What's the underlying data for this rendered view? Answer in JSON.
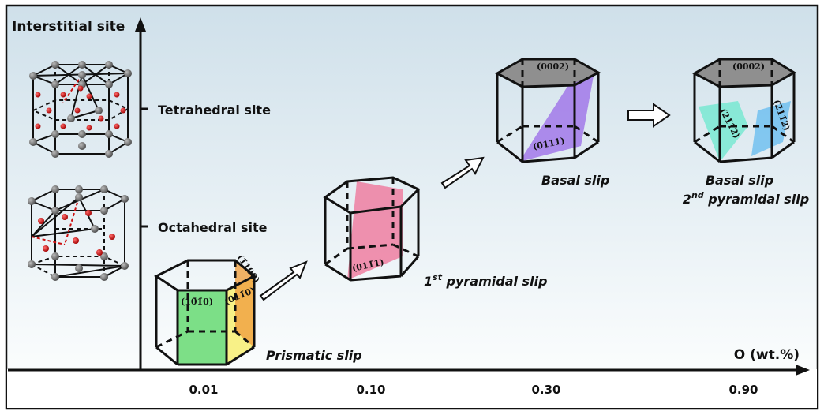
{
  "y_axis": {
    "title": "Interstitial site",
    "ticks": [
      {
        "label": "Tetrahedral site"
      },
      {
        "label": "Octahedral site"
      }
    ]
  },
  "x_axis": {
    "title": "O (wt.%)",
    "ticks": [
      "0.01",
      "0.10",
      "0.30",
      "0.90"
    ]
  },
  "stages": [
    {
      "name": "Prismatic slip",
      "planes": [
        "(1̅0̅  ...)",
        "",
        ""
      ]
    },
    {
      "name": "1st pyramidal slip"
    },
    {
      "name": "Basal slip"
    },
    {
      "name": "Basal slip",
      "line2": "2nd pyramidal slip"
    }
  ],
  "labels": {
    "prismatic": "Prismatic slip",
    "pyr1_main": "1",
    "pyr1_sup": "st",
    "pyr1_rest": " pyramidal slip",
    "basal": "Basal slip",
    "basal2_line1": "Basal slip",
    "basal2_sup_base": "2",
    "basal2_sup": "nd",
    "basal2_rest": "  pyramidal slip"
  },
  "planes": {
    "p1": "(10̄1̄0)",
    "p2": "(011̄0)",
    "p3": "(1̄100)",
    "p4": "(011̄1)",
    "p5": "(0002)",
    "p6": "(0̄111)",
    "p7": "(0002)",
    "p8": "(21̄12)",
    "p9": "(2̄11̄2)"
  },
  "colors": {
    "frame": "#111111",
    "bg_top": "#d4e4ec",
    "bg_bottom": "#ffffff",
    "atom": "#6e6e6e",
    "interstitial": "#cc1111",
    "prism_green": "#6fdc7a",
    "prism_yellow": "#f7ef7a",
    "prism_orange": "#f0a040",
    "pyr_pink": "#ef6f95",
    "basal_gray": "#8f8f8f",
    "basal_purple": "#9a6ae8",
    "pyr2_cyan": "#64e8cc",
    "pyr2_blue": "#5ab8f0"
  }
}
